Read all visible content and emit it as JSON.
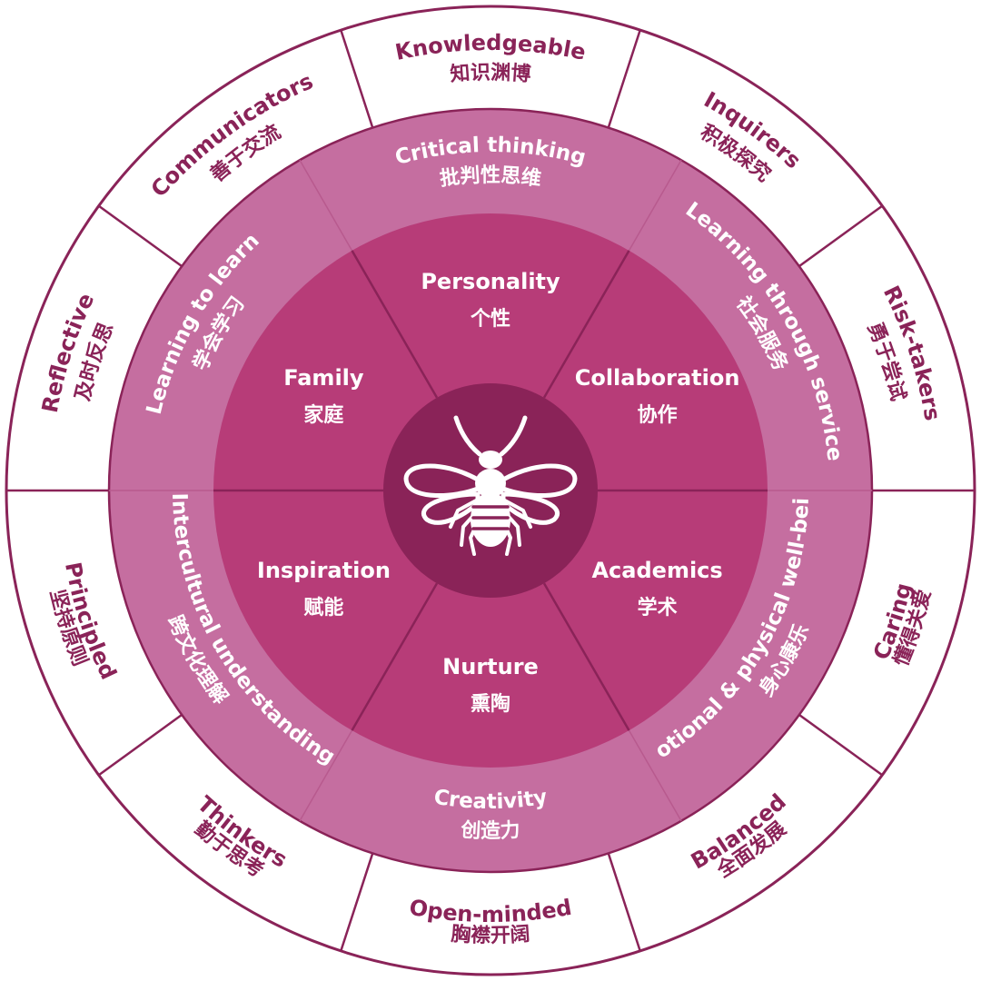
{
  "colors": {
    "outer_ring_fill": "#ffffff",
    "outer_ring_stroke": "#8a2358",
    "outer_text": "#8a2358",
    "middle_ring": "#c56ea0",
    "middle_ring_seam": "#b85a8e",
    "middle_text": "#ffffff",
    "inner_ring": "#b73c78",
    "inner_divider": "#8a2358",
    "inner_text": "#ffffff",
    "core": "#8a2358",
    "bee": "#ffffff"
  },
  "outer_ring": [
    {
      "en": "Knowledgeable",
      "zh": "知识渊博"
    },
    {
      "en": "Inquirers",
      "zh": "积极探究"
    },
    {
      "en": "Risk-takers",
      "zh": "勇于尝试"
    },
    {
      "en": "Caring",
      "zh": "懂得关爱"
    },
    {
      "en": "Balanced",
      "zh": "全面发展"
    },
    {
      "en": "Open-minded",
      "zh": "胸襟开阔"
    },
    {
      "en": "Thinkers",
      "zh": "勤于思考"
    },
    {
      "en": "Principled",
      "zh": "坚持原则"
    },
    {
      "en": "Reflective",
      "zh": "及时反思"
    },
    {
      "en": "Communicators",
      "zh": "善于交流"
    }
  ],
  "middle_ring": [
    {
      "en": "Critical thinking",
      "zh": "批判性思维"
    },
    {
      "en": "Learning through service",
      "zh": "社会服务"
    },
    {
      "en": "Emotional  & physical well-being",
      "zh": "身心康乐"
    },
    {
      "en": "Creativity",
      "zh": "创造力"
    },
    {
      "en": "Intercultural understanding",
      "zh": "跨文化理解"
    },
    {
      "en": "Learning to learn",
      "zh": "学会学习"
    }
  ],
  "inner_ring": [
    {
      "en": "Personality",
      "zh": "个性"
    },
    {
      "en": "Collaboration",
      "zh": "协作"
    },
    {
      "en": "Academics",
      "zh": "学术"
    },
    {
      "en": "Nurture",
      "zh": "熏陶"
    },
    {
      "en": "Inspiration",
      "zh": "赋能"
    },
    {
      "en": "Family",
      "zh": "家庭"
    }
  ],
  "center": {
    "icon": "bee-icon"
  }
}
